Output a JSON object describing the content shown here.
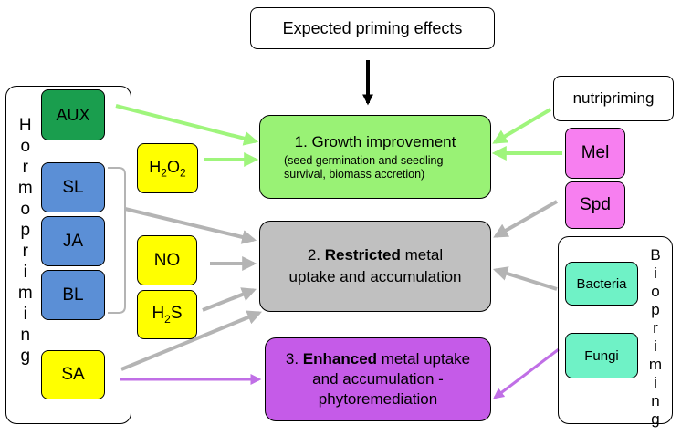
{
  "header": {
    "label": "Expected priming effects"
  },
  "hormopriming": {
    "label": "Hormopriming",
    "agents": [
      "AUX",
      "SL",
      "JA",
      "BL",
      "SA"
    ]
  },
  "chem": {
    "h2o2": {
      "main": "H",
      "sub1": "2",
      "mid": "O",
      "sub2": "2"
    },
    "no": "NO",
    "h2s": {
      "main": "H",
      "sub": "2",
      "tail": "S"
    }
  },
  "effects": {
    "growth": {
      "title": "1. Growth improvement",
      "detail": "(seed germination and seedling survival, biomass accretion)"
    },
    "restricted": {
      "number": "2. ",
      "bold": "Restricted",
      "rest1": " metal",
      "line2": "uptake and accumulation"
    },
    "enhanced": {
      "number": "3. ",
      "bold": "Enhanced",
      "rest1": " metal uptake",
      "line2": "and accumulation -",
      "line3": "phytoremediation"
    }
  },
  "right": {
    "nutripriming": "nutripriming",
    "mel": "Mel",
    "spd": "Spd"
  },
  "biopriming": {
    "label": "Biopriming",
    "agents": [
      "Bacteria",
      "Fungi"
    ]
  },
  "colors": {
    "aux_green": "#1a9e4e",
    "growth_green": "#99f275",
    "gray": "#c0c0c0",
    "purple": "#c55be8",
    "pink": "#f77ff0",
    "teal": "#6ff2c6",
    "blue": "#5b8fd6",
    "yellow": "#ffff00",
    "arrow_green": "#9ff57c",
    "arrow_gray": "#b4b4b4",
    "arrow_purple": "#c06fe6"
  }
}
